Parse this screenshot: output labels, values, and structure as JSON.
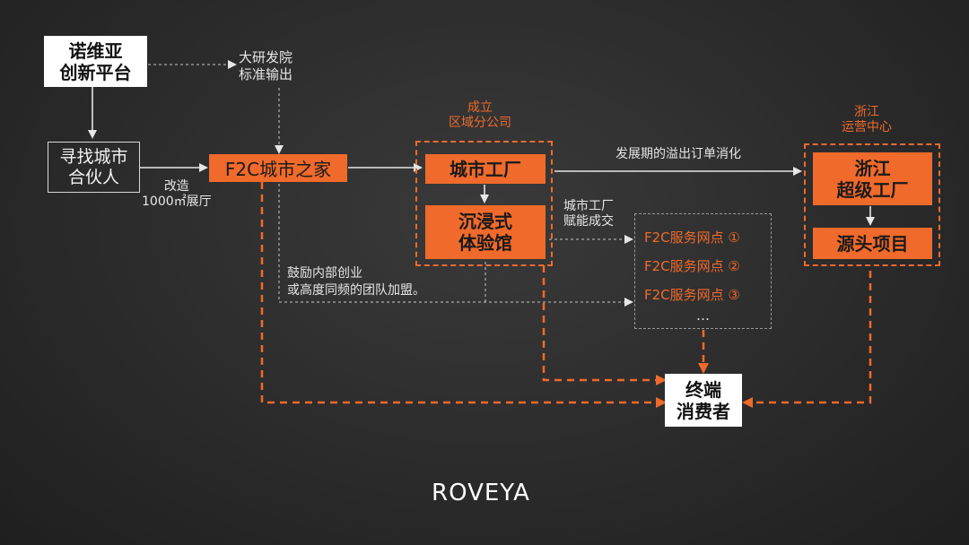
{
  "nodes": {
    "nokia_platform": "诺维亚\n创新平台",
    "find_partner": "寻找城市\n合伙人",
    "f2c_home": "F2C城市之家",
    "city_factory": "城市工厂",
    "immersive_hall": "沉浸式\n体验馆",
    "zhejiang_factory": "浙江\n超级工厂",
    "source_project": "源头项目",
    "end_consumer": "终端\n消费者"
  },
  "labels": {
    "research_output": "大研发院\n标准输出",
    "renovate_hall": "改造\n1000㎡展厅",
    "setup_branch": "成立\n区域分公司",
    "overflow_orders": "发展期的溢出订单消化",
    "factory_empower": "城市工厂\n赋能成交",
    "zhejiang_center": "浙江\n运营中心",
    "encourage": "鼓励内部创业\n或高度同频的团队加盟。"
  },
  "service_points": [
    "F2C服务网点 ①",
    "F2C服务网点 ②",
    "F2C服务网点 ③",
    "…"
  ],
  "brand": {
    "logo_text": "ROVEYA"
  },
  "colors": {
    "accent": "#f06a2b",
    "background": "#2b2b2b",
    "line": "#e6e6e6"
  }
}
